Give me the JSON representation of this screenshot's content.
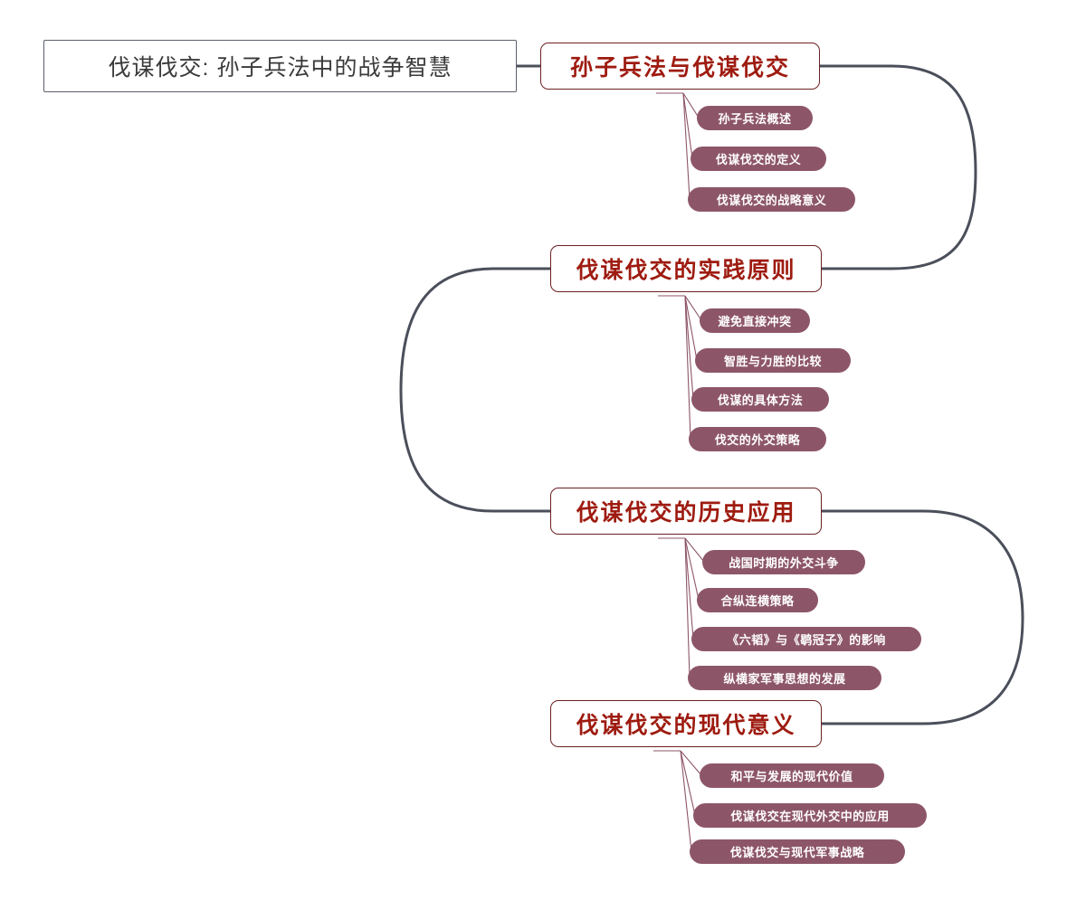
{
  "document": {
    "type": "mindmap",
    "title": "伐谋伐交: 孙子兵法中的战争智慧",
    "background_color": "#ffffff",
    "colors": {
      "root_border": "#5a5f6a",
      "root_text": "#3a3a3a",
      "branch_border": "#6d2024",
      "branch_text": "#9e1b10",
      "leaf_fill": "#8d5668",
      "leaf_text": "#ffffff",
      "trunk_connector": "#4a4f5a",
      "leaf_connector": "#8d5668"
    }
  },
  "root": {
    "label": "伐谋伐交: 孙子兵法中的战争智慧"
  },
  "branches": [
    {
      "label": "孙子兵法与伐谋伐交",
      "leaves": [
        {
          "label": "孙子兵法概述"
        },
        {
          "label": "伐谋伐交的定义"
        },
        {
          "label": "伐谋伐交的战略意义"
        }
      ]
    },
    {
      "label": "伐谋伐交的实践原则",
      "leaves": [
        {
          "label": "避免直接冲突"
        },
        {
          "label": "智胜与力胜的比较"
        },
        {
          "label": "伐谋的具体方法"
        },
        {
          "label": "伐交的外交策略"
        }
      ]
    },
    {
      "label": "伐谋伐交的历史应用",
      "leaves": [
        {
          "label": "战国时期的外交斗争"
        },
        {
          "label": "合纵连横策略"
        },
        {
          "label": "《六韬》与《鹖冠子》的影响"
        },
        {
          "label": "纵横家军事思想的发展"
        }
      ]
    },
    {
      "label": "伐谋伐交的现代意义",
      "leaves": [
        {
          "label": "和平与发展的现代价值"
        },
        {
          "label": "伐谋伐交在现代外交中的应用"
        },
        {
          "label": "伐谋伐交与现代军事战略"
        }
      ]
    }
  ]
}
